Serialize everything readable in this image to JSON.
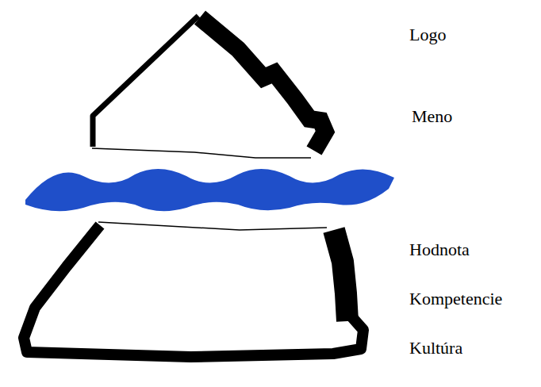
{
  "diagram": {
    "labels": [
      "Logo",
      "Meno",
      "Hodnota",
      "Kompetencie",
      "Kultúra"
    ]
  }
}
